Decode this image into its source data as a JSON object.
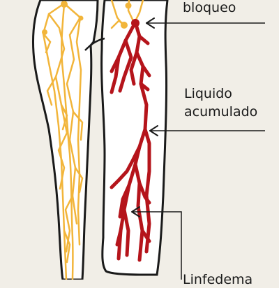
{
  "labels": {
    "blockage": "bloqueo",
    "fluid_line1": "Liquido",
    "fluid_line2": "acumulado",
    "lymphedema": "Linfedema"
  },
  "colors": {
    "background": "#f1eee7",
    "skin": "#ffffff",
    "outline": "#1a1a1a",
    "lymph_vessels": "#f2b53a",
    "fluid_vessels": "#b5141b"
  }
}
